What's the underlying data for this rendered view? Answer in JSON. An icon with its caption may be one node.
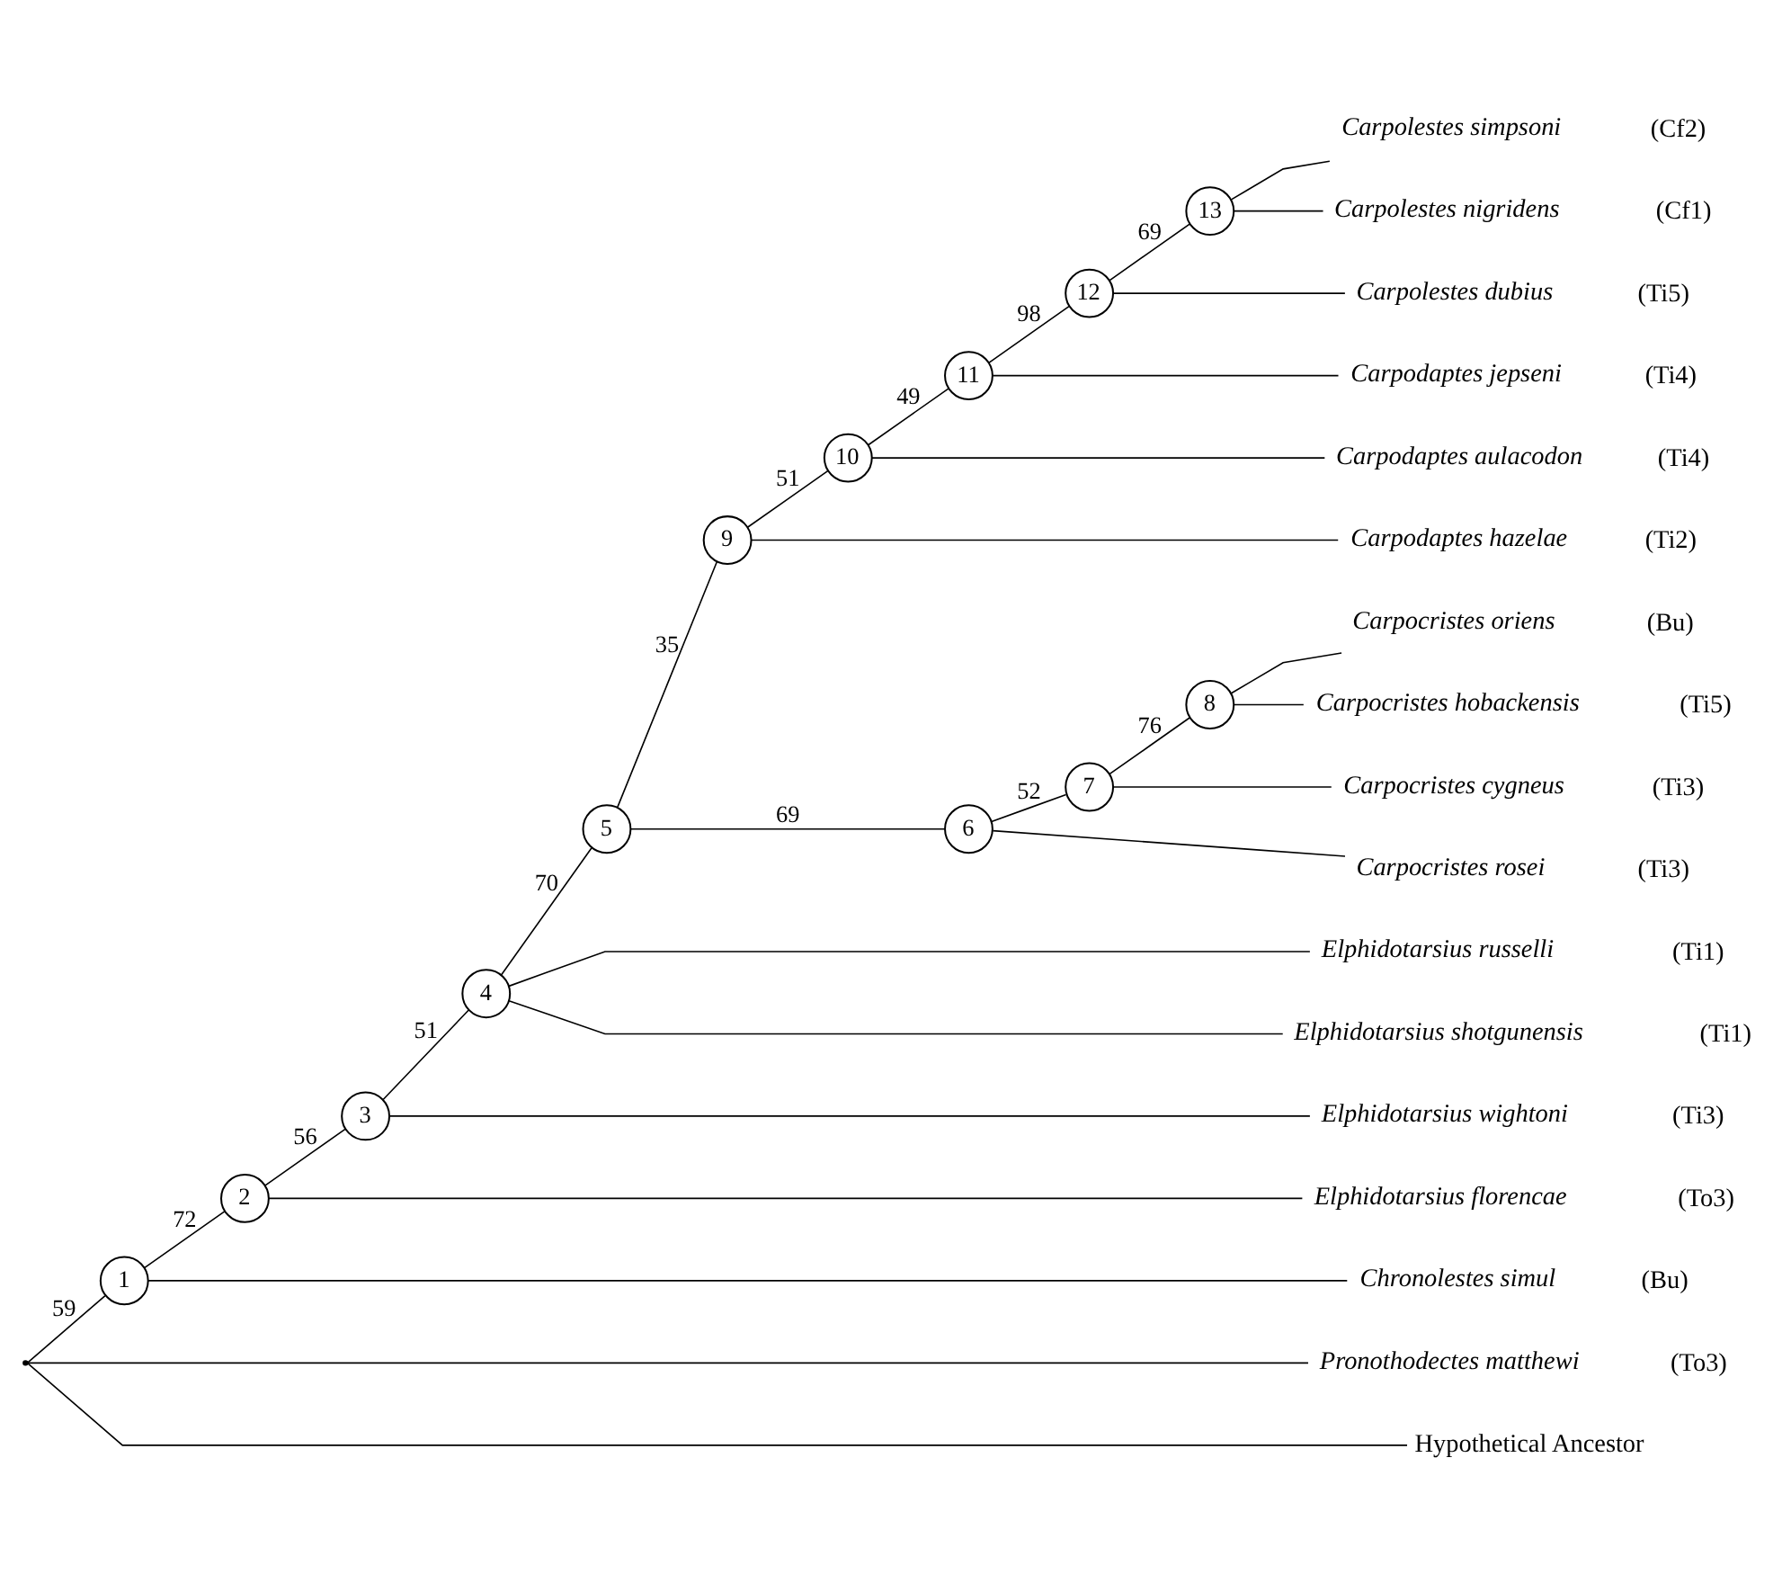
{
  "diagram": {
    "nodes": [
      {
        "text": [],
        "shape": "point"
      },
      {
        "text": [
          "1"
        ]
      },
      {
        "text": [
          "2"
        ]
      },
      {
        "text": [
          "3"
        ]
      },
      {
        "text": [
          "4"
        ]
      },
      {
        "text": [
          "5"
        ]
      },
      {
        "text": [
          "6"
        ]
      },
      {
        "text": [
          "7"
        ]
      },
      {
        "text": [
          "8"
        ]
      },
      {
        "text": [
          "9"
        ]
      },
      {
        "text": [
          "10"
        ]
      },
      {
        "text": [
          "11"
        ]
      },
      {
        "text": [
          "12"
        ]
      },
      {
        "text": [
          "13"
        ]
      },
      {
        "text": [
          "*Carpolestes simpsoni* (Cf2)"
        ]
      },
      {
        "text": [
          "*Carpolestes nigridens* (Cf1)"
        ]
      },
      {
        "text": [
          "*Carpolestes dubius* (Ti5)"
        ]
      },
      {
        "text": [
          "*Carpodaptes jepseni* (Ti4)"
        ]
      },
      {
        "text": [
          "*Carpodaptes aulacodon* (Ti4)"
        ]
      },
      {
        "text": [
          "*Carpodaptes hazelae* (Ti2)"
        ]
      },
      {
        "text": [
          "*Carpocristes oriens* (Bu)"
        ]
      },
      {
        "text": [
          "*Carpocristes hobackensis* (Ti5)"
        ]
      },
      {
        "text": [
          "*Carpocristes cygneus* (Ti3)"
        ]
      },
      {
        "text": [
          "*Carpocristes rosei* (Ti3)"
        ]
      },
      {
        "text": [
          "*Elphidotarsius russelli* (Ti1)"
        ]
      },
      {
        "text": [
          "*Elphidotarsius shotgunensis* (Ti1)"
        ]
      },
      {
        "text": [
          "*Elphidotarsius wightoni* (Ti3)"
        ]
      },
      {
        "text": [
          "*Elphidotarsius florencae* (To3)"
        ]
      },
      {
        "text": [
          "*Chronolestes simul* (Bu)"
        ]
      },
      {
        "text": [
          "*Pronothodectes matthewi* (To3)"
        ]
      },
      {
        "text": [
          "Hypothetical Ancestor"
        ]
      }
    ],
    "edges": [
      {
        "from": 0,
        "to": 1,
        "arrow": "none",
        "label": "59"
      },
      {
        "from": 0,
        "to": 29,
        "arrow": "none"
      },
      {
        "from": 0,
        "to": 30,
        "arrow": "none"
      },
      {
        "from": 1,
        "to": 2,
        "arrow": "none",
        "label": "72"
      },
      {
        "from": 1,
        "to": 28,
        "arrow": "none"
      },
      {
        "from": 2,
        "to": 3,
        "arrow": "none",
        "label": "56"
      },
      {
        "from": 2,
        "to": 27,
        "arrow": "none"
      },
      {
        "from": 3,
        "to": 4,
        "arrow": "none",
        "label": "51"
      },
      {
        "from": 3,
        "to": 26,
        "arrow": "none"
      },
      {
        "from": 4,
        "to": 5,
        "arrow": "none",
        "label": "70"
      },
      {
        "from": 4,
        "to": 24,
        "arrow": "none"
      },
      {
        "from": 4,
        "to": 25,
        "arrow": "none"
      },
      {
        "from": 5,
        "to": 9,
        "arrow": "none",
        "label": "35"
      },
      {
        "from": 5,
        "to": 6,
        "arrow": "none",
        "label": "69"
      },
      {
        "from": 9,
        "to": 10,
        "arrow": "none",
        "label": "51"
      },
      {
        "from": 9,
        "to": 19,
        "arrow": "none"
      },
      {
        "from": 10,
        "to": 11,
        "arrow": "none",
        "label": "49"
      },
      {
        "from": 10,
        "to": 18,
        "arrow": "none"
      },
      {
        "from": 11,
        "to": 12,
        "arrow": "none",
        "label": "98"
      },
      {
        "from": 11,
        "to": 17,
        "arrow": "none"
      },
      {
        "from": 12,
        "to": 13,
        "arrow": "none",
        "label": "69"
      },
      {
        "from": 12,
        "to": 16,
        "arrow": "none"
      },
      {
        "from": 13,
        "to": 14,
        "arrow": "none"
      },
      {
        "from": 13,
        "to": 15,
        "arrow": "none"
      },
      {
        "from": 6,
        "to": 7,
        "arrow": "none",
        "label": "52"
      },
      {
        "from": 6,
        "to": 23,
        "arrow": "none"
      },
      {
        "from": 7,
        "to": 8,
        "arrow": "none",
        "label": "76"
      },
      {
        "from": 7,
        "to": 22,
        "arrow": "none"
      },
      {
        "from": 8,
        "to": 20,
        "arrow": "none"
      },
      {
        "from": 8,
        "to": 21,
        "arrow": "none"
      }
    ]
  }
}
